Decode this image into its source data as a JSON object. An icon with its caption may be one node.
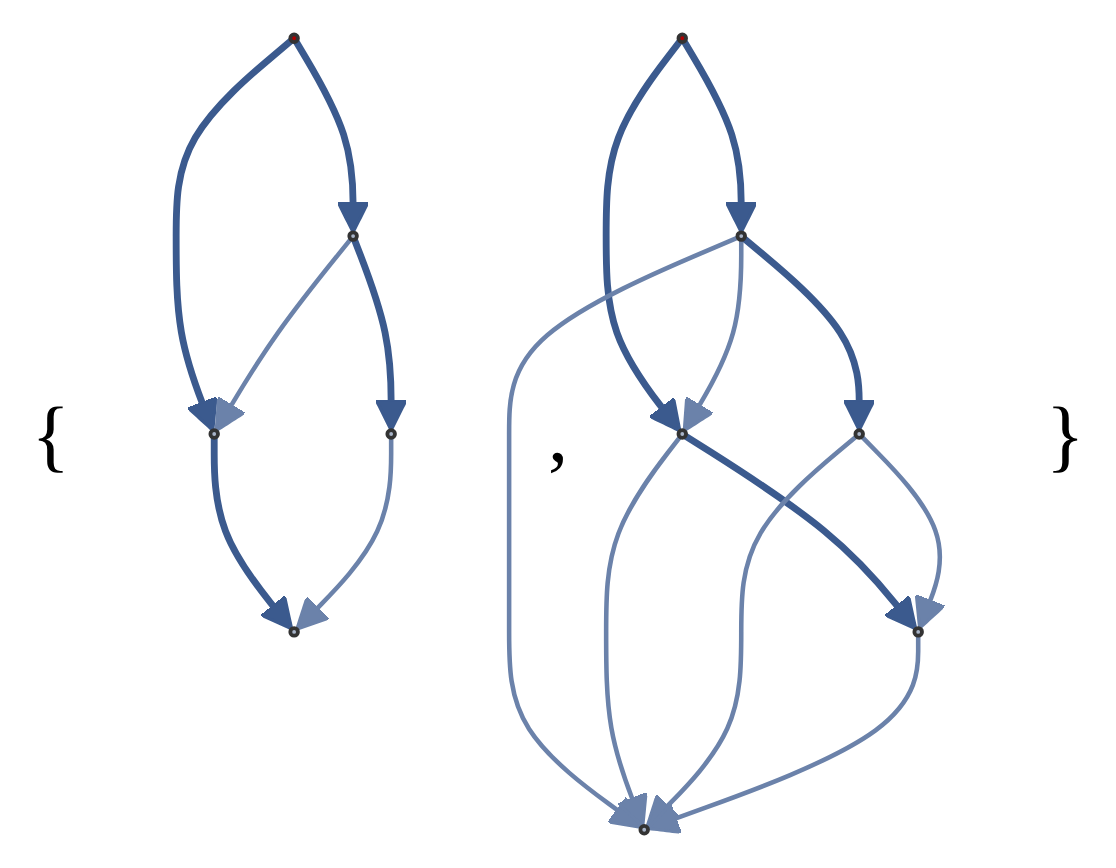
{
  "diagram": {
    "nodes": [
      {
        "text": [],
        "shape": "circle"
      },
      {
        "text": [],
        "shape": "circle"
      },
      {
        "text": [],
        "shape": "circle"
      },
      {
        "text": [],
        "shape": "circle"
      },
      {
        "text": [],
        "shape": "circle"
      },
      {
        "text": [],
        "shape": "circle"
      },
      {
        "text": [],
        "shape": "circle"
      },
      {
        "text": [],
        "shape": "circle"
      },
      {
        "text": [],
        "shape": "circle"
      },
      {
        "text": [],
        "shape": "circle"
      },
      {
        "text": [],
        "shape": "circle"
      }
    ],
    "edges": [
      {
        "from": 0,
        "to": 1,
        "arrow": "to"
      },
      {
        "from": 0,
        "to": 2,
        "arrow": "to"
      },
      {
        "from": 1,
        "to": 2,
        "arrow": "to",
        "color": "#6b82aa"
      },
      {
        "from": 1,
        "to": 3,
        "arrow": "to"
      },
      {
        "from": 2,
        "to": 4,
        "arrow": "to"
      },
      {
        "from": 3,
        "to": 4,
        "arrow": "to",
        "color": "#6b82aa"
      },
      {
        "from": 5,
        "to": 6,
        "arrow": "to"
      },
      {
        "from": 5,
        "to": 7,
        "arrow": "to"
      },
      {
        "from": 6,
        "to": 7,
        "arrow": "to",
        "color": "#6b82aa"
      },
      {
        "from": 6,
        "to": 8,
        "arrow": "to"
      },
      {
        "from": 6,
        "to": 10,
        "arrow": "to",
        "color": "#6b82aa"
      },
      {
        "from": 7,
        "to": 9,
        "arrow": "to"
      },
      {
        "from": 7,
        "to": 10,
        "arrow": "to",
        "color": "#6b82aa"
      },
      {
        "from": 8,
        "to": 9,
        "arrow": "to",
        "color": "#6b82aa"
      },
      {
        "from": 8,
        "to": 10,
        "arrow": "to",
        "color": "#6b82aa"
      },
      {
        "from": 9,
        "to": 10,
        "arrow": "to",
        "color": "#6b82aa"
      }
    ],
    "labels": [
      "{",
      ",",
      "}"
    ]
  }
}
